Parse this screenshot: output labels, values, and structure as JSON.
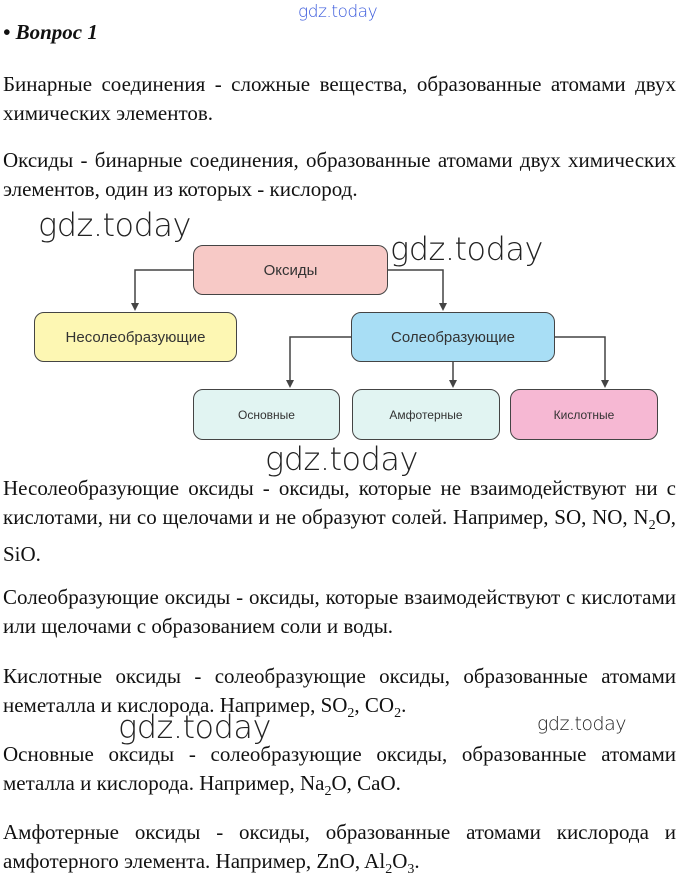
{
  "title": "• Вопрос 1",
  "watermarks": [
    "gdz.today",
    "gdz.today",
    "gdz.today",
    "gdz.today",
    "gdz.today",
    "gdz.today"
  ],
  "paragraphs": {
    "p1": "Бинарные соединения - сложные вещества, образованные атомами двух химических элементов.",
    "p2": "Оксиды - бинарные соединения, образованные атомами двух химических элементов, один из которых - кислород.",
    "p3": "Несолеобразующие оксиды - оксиды, которые не взаимодействуют ни с кислотами, ни со щелочами и не образуют солей. Например, SO, NO, N",
    "p3_sub": "2",
    "p3_end": "O, SiO.",
    "p4": "Солеобразующие оксиды - оксиды, которые взаимодействуют с кислотами или щелочами с образованием соли и воды.",
    "p5": "Кислотные оксиды - солеобразующие оксиды, образованные атомами неметалла и кислорода. Например, SO",
    "p5_sub1": "2",
    "p5_mid": ", CO",
    "p5_sub2": "2",
    "p5_end": ".",
    "p6": "Основные оксиды - солеобразующие оксиды, образованные атомами металла и кислорода. Например, Na",
    "p6_sub": "2",
    "p6_end": "O, CaO.",
    "p7": "Амфотерные оксиды - оксиды, образованные атомами кислорода и амфотерного элемента. Например, ZnO, Al",
    "p7_sub1": "2",
    "p7_mid": "O",
    "p7_sub2": "3",
    "p7_end": "."
  },
  "diagram": {
    "root": "Оксиды",
    "non_salt": "Несолеобразующие",
    "salt": "Солеобразующие",
    "basic": "Основные",
    "amphoteric": "Амфотерные",
    "acidic": "Кислотные",
    "colors": {
      "root": "#f7c9c6",
      "non_salt": "#fdf7b3",
      "salt": "#a8def5",
      "basic": "#e1f4f2",
      "amphoteric": "#e1f4f2",
      "acidic": "#f6b8d3"
    }
  }
}
